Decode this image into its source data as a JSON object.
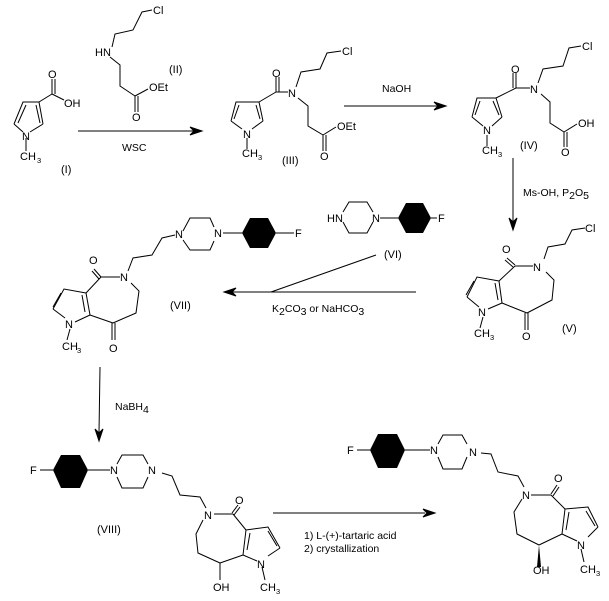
{
  "scheme": {
    "colors": {
      "ink": "#000000",
      "background": "#ffffff"
    },
    "compounds": {
      "I": {
        "label": "(I)",
        "atoms": {
          "o": "O",
          "oh": "OH",
          "n": "N",
          "ch": "CH",
          "sub3": "3"
        }
      },
      "II": {
        "label": "(II)",
        "atoms": {
          "cl": "Cl",
          "hn": "HN",
          "oet": "OEt",
          "o": "O"
        }
      },
      "III": {
        "label": "(III)",
        "atoms": {
          "cl": "Cl",
          "o_amide": "O",
          "n_amide": "N",
          "n": "N",
          "ch": "CH",
          "sub3": "3",
          "oet": "OEt",
          "o_ester": "O"
        }
      },
      "IV": {
        "label": "(IV)",
        "atoms": {
          "cl": "Cl",
          "o_amide": "O",
          "n_amide": "N",
          "n": "N",
          "ch": "CH",
          "sub3": "3",
          "oh": "OH",
          "o_acid": "O"
        }
      },
      "V": {
        "label": "(V)",
        "atoms": {
          "cl": "Cl",
          "o_top": "O",
          "n_ring": "N",
          "n": "N",
          "ch": "CH",
          "sub3": "3",
          "o_bottom": "O"
        }
      },
      "VI": {
        "label": "(VI)",
        "atoms": {
          "hn": "HN",
          "n": "N",
          "f": "F"
        }
      },
      "VII": {
        "label": "(VII)",
        "atoms": {
          "n_pip1": "N",
          "n_pip2": "N",
          "f": "F",
          "o_top": "O",
          "n_ring": "N",
          "n": "N",
          "ch": "CH",
          "sub3": "3",
          "o_bottom": "O"
        }
      },
      "VIII": {
        "label": "(VIII)",
        "atoms": {
          "f": "F",
          "n_pip1": "N",
          "n_pip2": "N",
          "o_top": "O",
          "n_ring": "N",
          "oh": "OH",
          "n": "N",
          "ch": "CH",
          "sub3": "3"
        }
      },
      "product": {
        "atoms": {
          "f": "F",
          "n_pip1": "N",
          "n_pip2": "N",
          "o_top": "O",
          "n_ring": "N",
          "oh": "OH",
          "n": "N",
          "ch": "CH",
          "sub3": "3"
        }
      }
    },
    "reagents": {
      "step1": {
        "text": "WSC"
      },
      "step2": {
        "text": "NaOH"
      },
      "step3": {
        "ms": "Ms-OH,  P",
        "sub2": "2",
        "o": "O",
        "sub5": "5"
      },
      "step4": {
        "k": "K",
        "sub2": "2",
        "co": "CO",
        "sub3": "3",
        "or": " or NaHCO",
        "sub3b": "3"
      },
      "step5": {
        "text": "NaBH",
        "sub4": "4"
      },
      "step6": {
        "line1": "1) L-(+)-tartaric acid",
        "line2": "2) crystallization"
      }
    }
  }
}
